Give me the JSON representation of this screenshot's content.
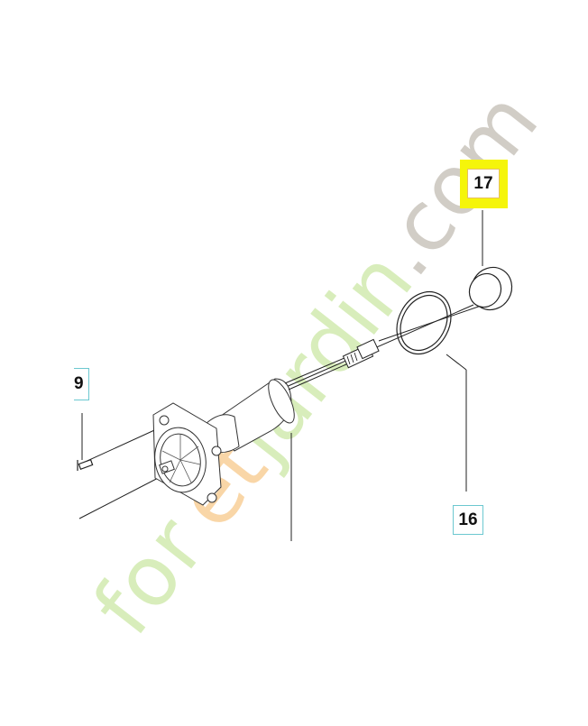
{
  "diagram": {
    "type": "exploded-parts-diagram",
    "description": "Electric motor with flange, connector cable, O-ring and seal",
    "callouts": [
      {
        "id": "9",
        "label": "9",
        "part": "screw",
        "highlighted": false
      },
      {
        "id": "16",
        "label": "16",
        "part": "o-ring",
        "highlighted": false
      },
      {
        "id": "17",
        "label": "17",
        "part": "seal-ring",
        "highlighted": true
      }
    ],
    "highlight_color": "#f5f50a",
    "callout_border_color": "#6cc8d0"
  },
  "watermark": {
    "text_parts": [
      {
        "text": "for",
        "color": "#c8e6a0"
      },
      {
        "text": "et",
        "color": "#f7c98a"
      },
      {
        "text": "jardin",
        "color": "#c8e6a0"
      },
      {
        "text": ".com",
        "color": "#c9c4bc"
      }
    ],
    "full_text": "foretjardin.com"
  }
}
